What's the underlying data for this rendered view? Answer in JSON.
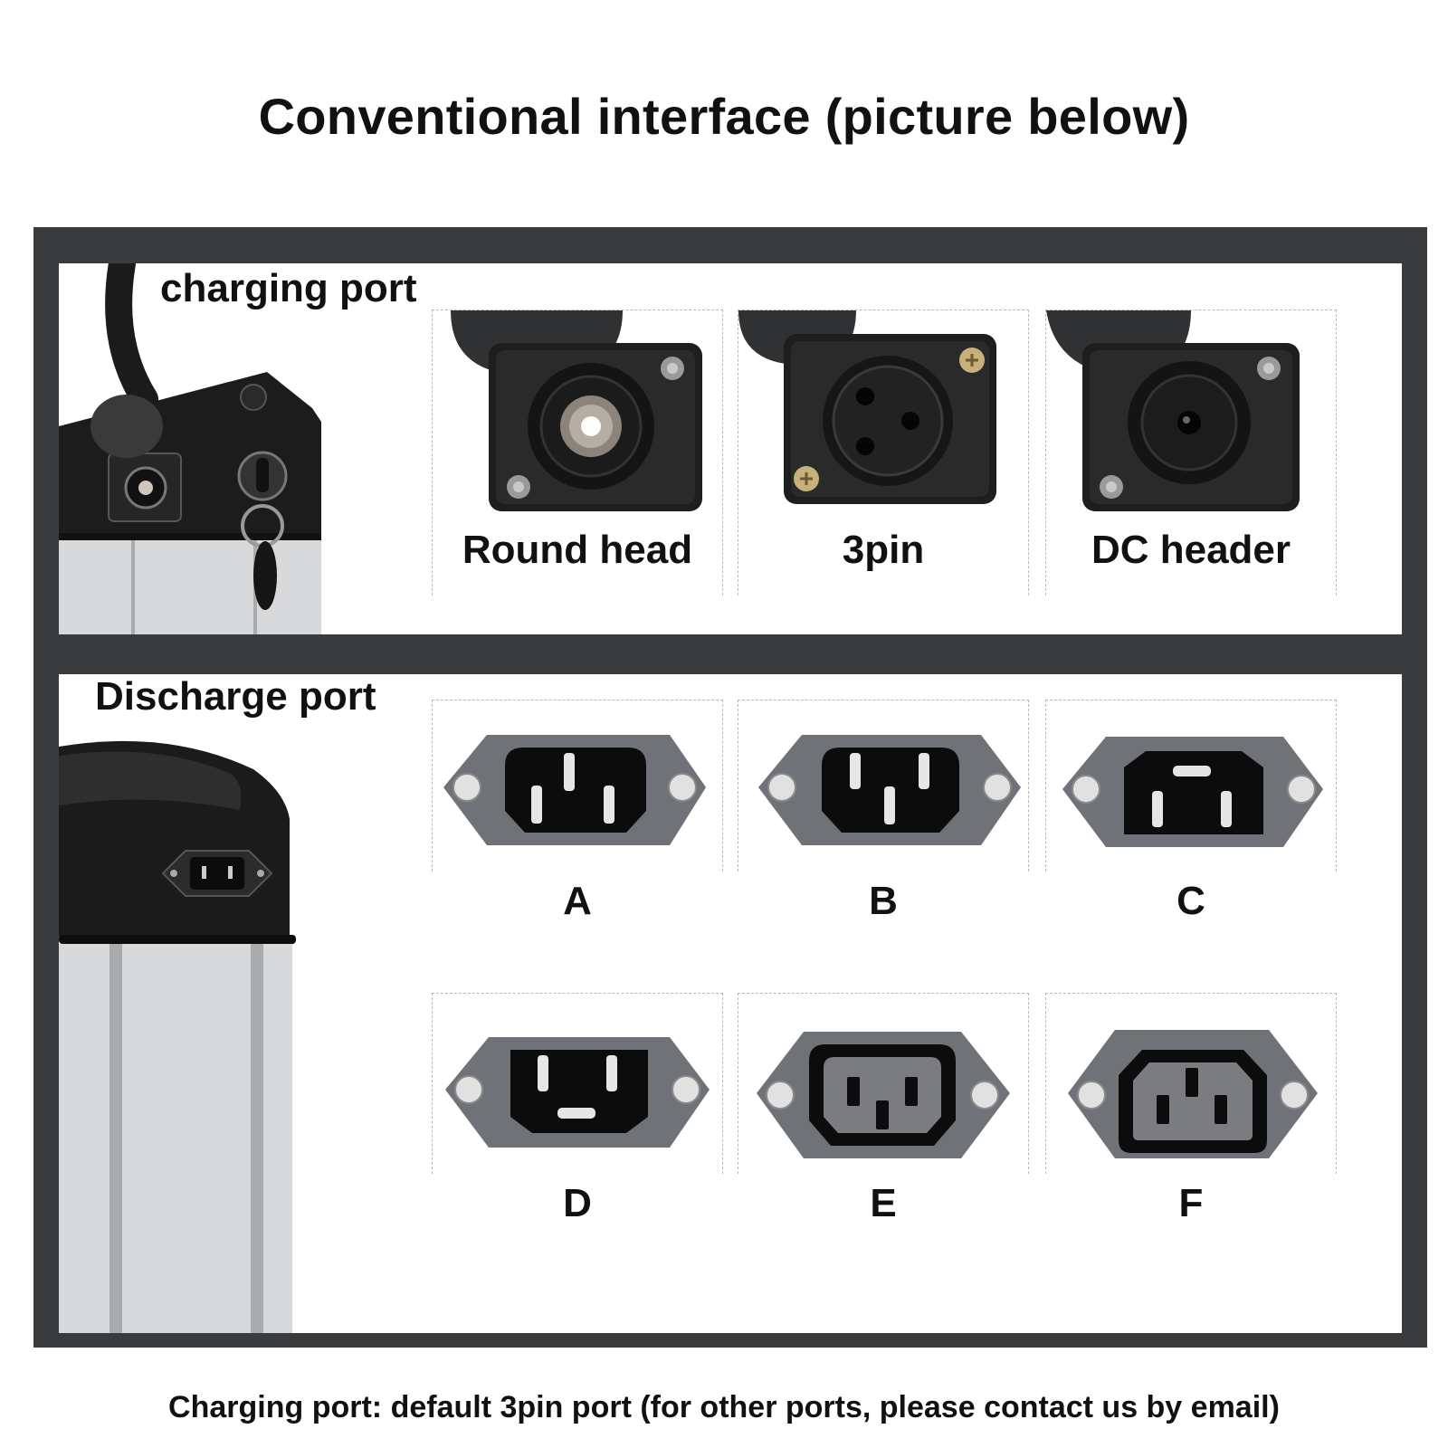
{
  "title": "Conventional interface (picture below)",
  "charging": {
    "label": "charging port",
    "ports": [
      {
        "name": "Round head",
        "icon": "round-head-socket-icon"
      },
      {
        "name": "3pin",
        "icon": "three-pin-socket-icon"
      },
      {
        "name": "DC header",
        "icon": "dc-header-socket-icon"
      }
    ]
  },
  "discharge": {
    "label": "Discharge port",
    "ports": [
      {
        "letter": "A",
        "icon": "discharge-socket-a-icon"
      },
      {
        "letter": "B",
        "icon": "discharge-socket-b-icon"
      },
      {
        "letter": "C",
        "icon": "discharge-socket-c-icon"
      },
      {
        "letter": "D",
        "icon": "discharge-socket-d-icon"
      },
      {
        "letter": "E",
        "icon": "discharge-socket-e-icon"
      },
      {
        "letter": "F",
        "icon": "discharge-socket-f-icon"
      }
    ]
  },
  "footer": "Charging port: default 3pin port (for other ports, please contact us by email)",
  "colors": {
    "frame": "#393b3d",
    "socket_body": "#2b2b2b",
    "flange_gray": "#6f7276",
    "battery_silver": "#d8d9db"
  }
}
